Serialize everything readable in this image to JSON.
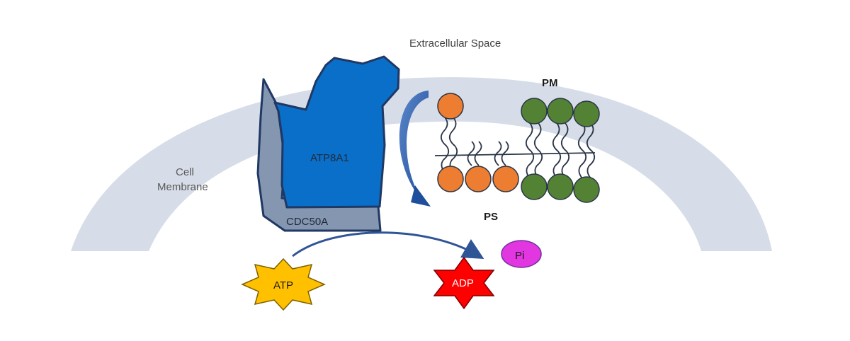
{
  "labels": {
    "extracellular": "Extracellular Space",
    "cell_membrane_line1": "Cell",
    "cell_membrane_line2": "Membrane",
    "flippase": "ATP8A1",
    "subunit": "CDC50A",
    "pm": "PM",
    "ps": "PS",
    "atp": "ATP",
    "adp": "ADP",
    "pi": "Pi"
  },
  "colors": {
    "membrane": "#d6dde8",
    "flippase": "#0a6fc8",
    "subunit": "#8496b0",
    "ps_head": "#ed7d31",
    "pm_head": "#548235",
    "arrow": "#2f5597",
    "atp": "#ffc000",
    "adp": "#ff0000",
    "pi": "#e236e0"
  }
}
